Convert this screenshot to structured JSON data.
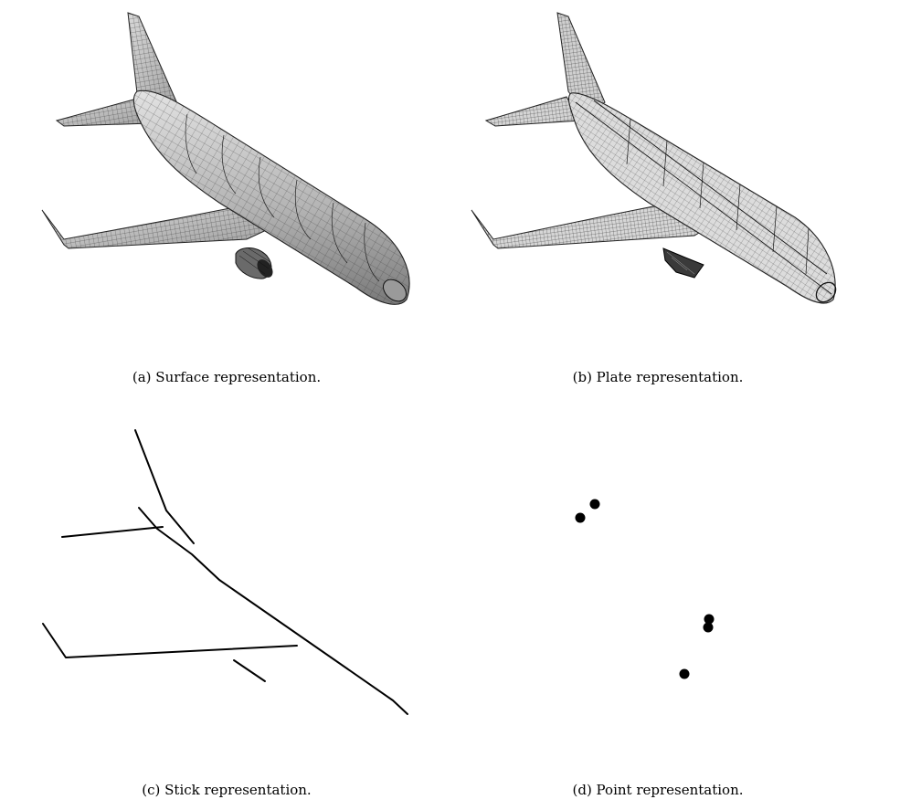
{
  "figure": {
    "panels": [
      {
        "id": "a",
        "caption": "(a) Surface representation.",
        "kind": "surface-mesh"
      },
      {
        "id": "b",
        "caption": "(b) Plate representation.",
        "kind": "plate-mesh"
      },
      {
        "id": "c",
        "caption": "(c) Stick representation.",
        "kind": "stick-lines"
      },
      {
        "id": "d",
        "caption": "(d) Point representation.",
        "kind": "point-masses"
      }
    ]
  },
  "colors": {
    "surface_fill": "#c8c8c8",
    "mesh_line": "#1a1a1a",
    "stick_line": "#000000",
    "point_fill": "#000000"
  }
}
